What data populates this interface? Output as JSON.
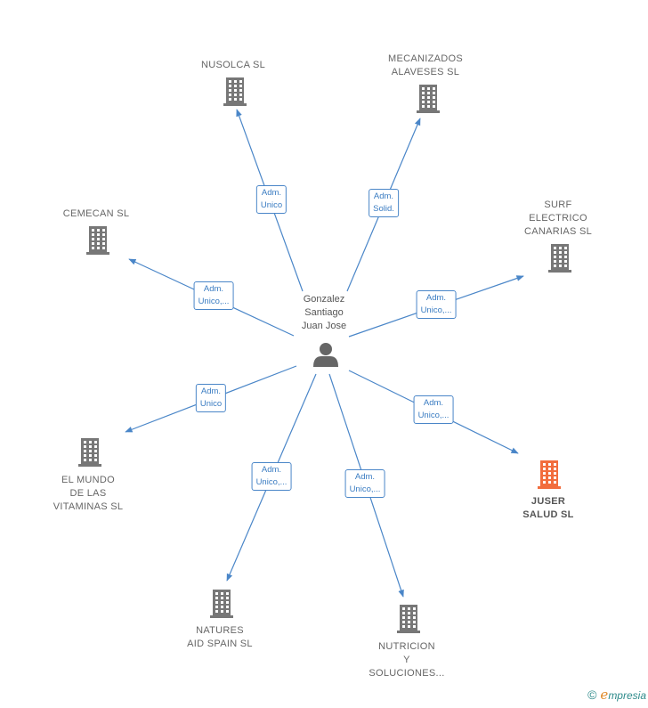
{
  "center": {
    "label": "Gonzalez\nSantiago\nJuan Jose",
    "icon": "person-icon"
  },
  "colors": {
    "edge": "#4a86c8",
    "building": "#777777",
    "building_highlight": "#f26d3d"
  },
  "nodes": [
    {
      "id": "nusolca",
      "label": "NUSOLCA  SL",
      "edge_label": "Adm.\nUnico",
      "highlight": false
    },
    {
      "id": "mecanizados",
      "label": "MECANIZADOS\nALAVESES  SL",
      "edge_label": "Adm.\nSolid.",
      "highlight": false
    },
    {
      "id": "surf",
      "label": "SURF\nELECTRICO\nCANARIAS  SL",
      "edge_label": "Adm.\nUnico,...",
      "highlight": false
    },
    {
      "id": "juser",
      "label": "JUSER\nSALUD  SL",
      "edge_label": "Adm.\nUnico,...",
      "highlight": true
    },
    {
      "id": "nutricion",
      "label": "NUTRICION\nY\nSOLUCIONES...",
      "edge_label": "Adm.\nUnico,...",
      "highlight": false
    },
    {
      "id": "natures",
      "label": "NATURES\nAID SPAIN  SL",
      "edge_label": "Adm.\nUnico,...",
      "highlight": false
    },
    {
      "id": "vitaminas",
      "label": "EL MUNDO\nDE LAS\nVITAMINAS  SL",
      "edge_label": "Adm.\nUnico",
      "highlight": false
    },
    {
      "id": "cemecan",
      "label": "CEMECAN SL",
      "edge_label": "Adm.\nUnico,...",
      "highlight": false
    }
  ],
  "footer": {
    "copyright": "©",
    "brand_initial": "e",
    "brand_rest": "mpresia"
  }
}
